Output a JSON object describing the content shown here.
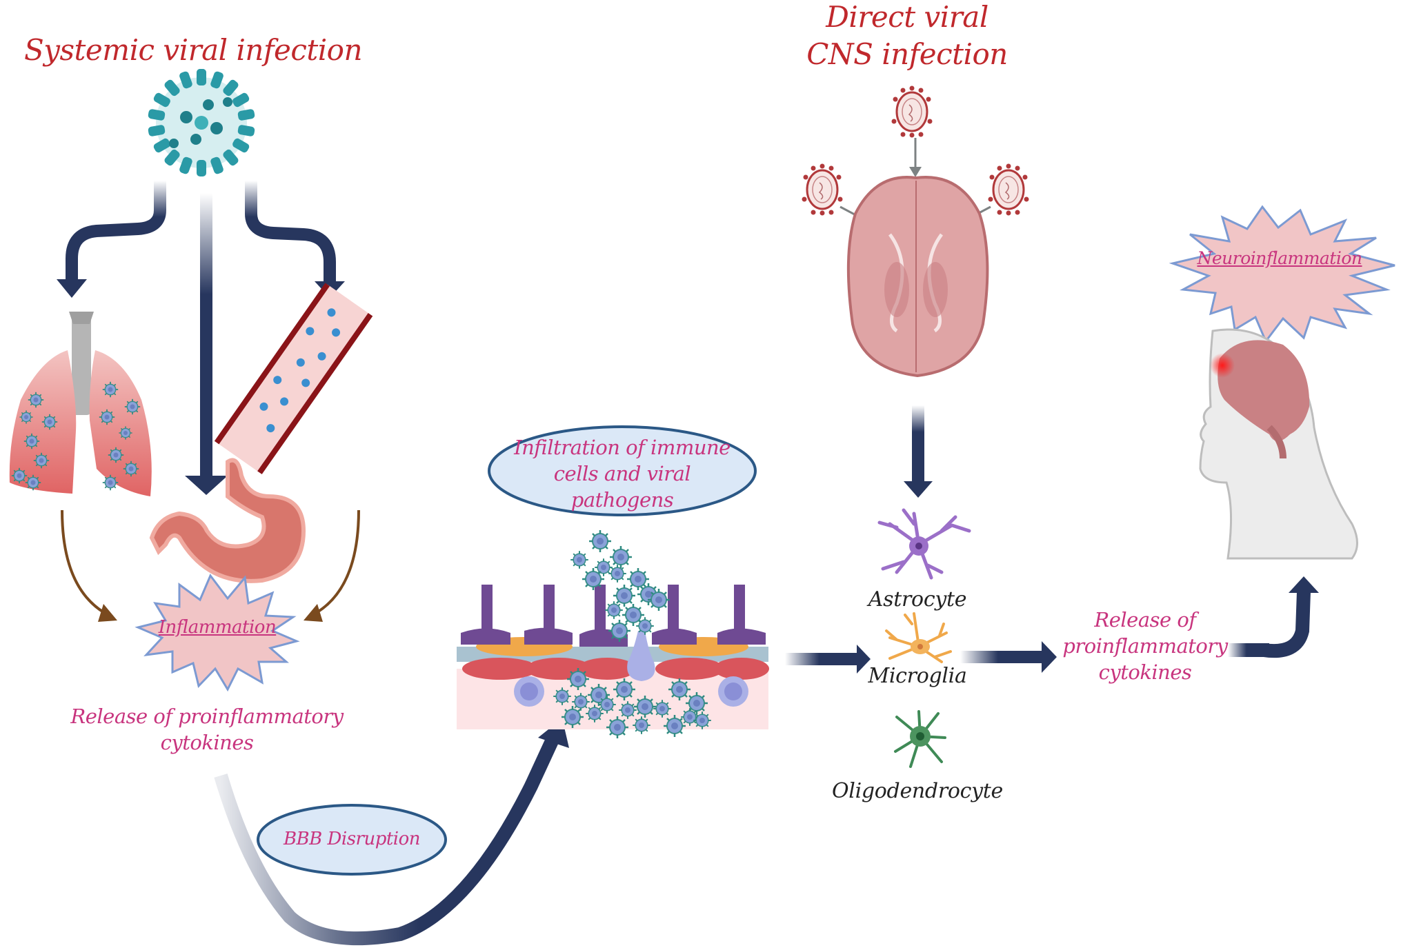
{
  "titles": {
    "systemic": "Systemic viral infection",
    "direct_line1": "Direct viral",
    "direct_line2": "CNS infection"
  },
  "labels": {
    "inflammation": "Inflammation",
    "release_left_line1": "Release of proinflammatory",
    "release_left_line2": "cytokines",
    "bbb_disruption": "BBB Disruption",
    "infiltration_line1": "Infiltration of immune",
    "infiltration_line2": "cells and viral",
    "infiltration_line3": "pathogens",
    "release_right_line1": "Release of",
    "release_right_line2": "proinflammatory",
    "release_right_line3": "cytokines",
    "neuroinflammation": "Neuroinflammation"
  },
  "glial_cells": [
    {
      "name": "Astrocyte",
      "color": "#9b6fc8"
    },
    {
      "name": "Microglia",
      "color": "#f0a84a"
    },
    {
      "name": "Oligodendrocyte",
      "color": "#3f8a56"
    }
  ],
  "icons": {
    "virus": "virus-icon",
    "lungs": "lungs-icon",
    "blood_vessel": "blood-vessel-icon",
    "stomach": "stomach-icon",
    "brain_axial": "brain-axial-icon",
    "bbb": "blood-brain-barrier-icon",
    "head": "human-head-brain-icon"
  },
  "colors": {
    "title_red": "#c0282c",
    "label_pink": "#c8347e",
    "arrow_navy": "#27365e",
    "burst_fill": "#f1c5c6",
    "burst_stroke": "#7c9ad2",
    "ellipse_fill": "#dbe8f7",
    "ellipse_stroke": "#2b5886",
    "brown_arrow": "#7a4a1e",
    "virus_teal": "#2a9aa6"
  }
}
